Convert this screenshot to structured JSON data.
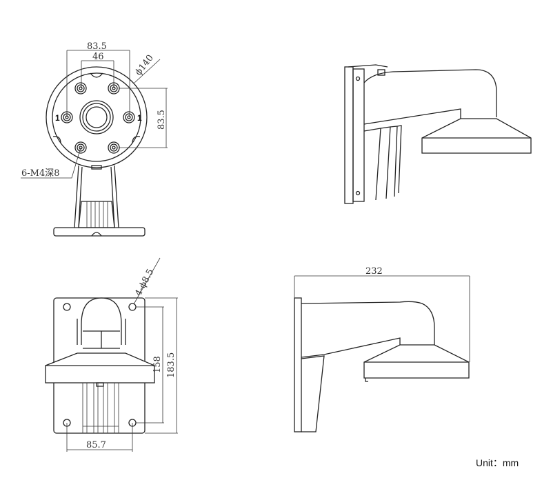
{
  "drawing": {
    "top_view": {
      "dim_outer_spacing": "83.5",
      "dim_inner_spacing": "46",
      "dim_diameter": "ϕ140",
      "dim_vertical_spacing": "83.5",
      "thread_callout": "6-M4深8",
      "hole_marker_left": "1",
      "hole_marker_right": "1"
    },
    "front_view": {
      "hole_callout": "4-ϕ8.5",
      "dim_hole_vertical": "158",
      "dim_plate_height": "183.5",
      "dim_hole_horizontal": "85.7"
    },
    "side_view": {
      "dim_overall_length": "232"
    },
    "unit_label": "Unit：mm"
  }
}
